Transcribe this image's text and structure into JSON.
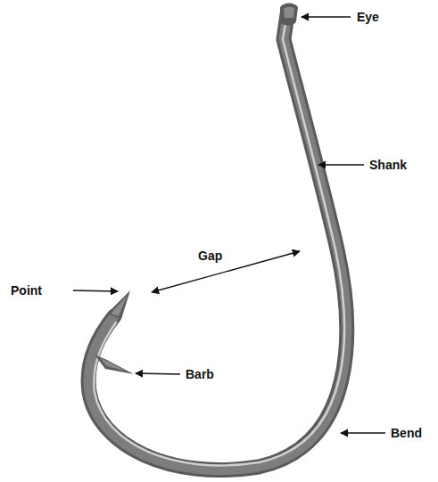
{
  "diagram": {
    "labels": [
      "Eye",
      "Shank",
      "Gap",
      "Point",
      "Barb",
      "Bend"
    ]
  }
}
